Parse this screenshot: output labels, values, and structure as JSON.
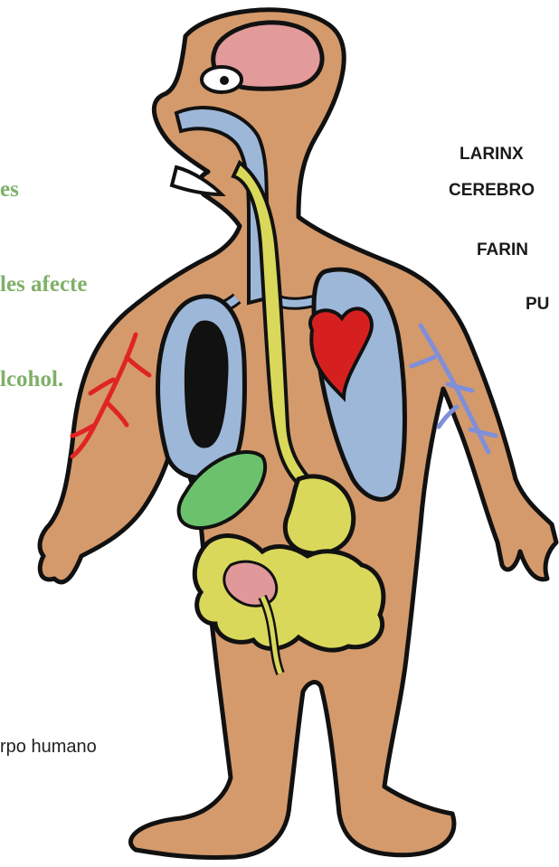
{
  "intro_text": {
    "line1": "es",
    "line2": "les afecte",
    "line3": "lcohol."
  },
  "organ_labels": {
    "larinx": "LARINX",
    "cerebro": "CEREBRO",
    "faringe": "FARIN",
    "pulmon": "PU"
  },
  "caption": "rpo humano",
  "colors": {
    "skin": "#d49a6c",
    "outline": "#111111",
    "brain": "#e39a9b",
    "airway": "#9db7d8",
    "esophagus": "#d9d85a",
    "heart": "#d62020",
    "liver": "#6cc26c",
    "intestine_pink": "#e0989a",
    "artery": "#e02424",
    "vein": "#7f8fd8",
    "green_text": "#7fb069"
  }
}
